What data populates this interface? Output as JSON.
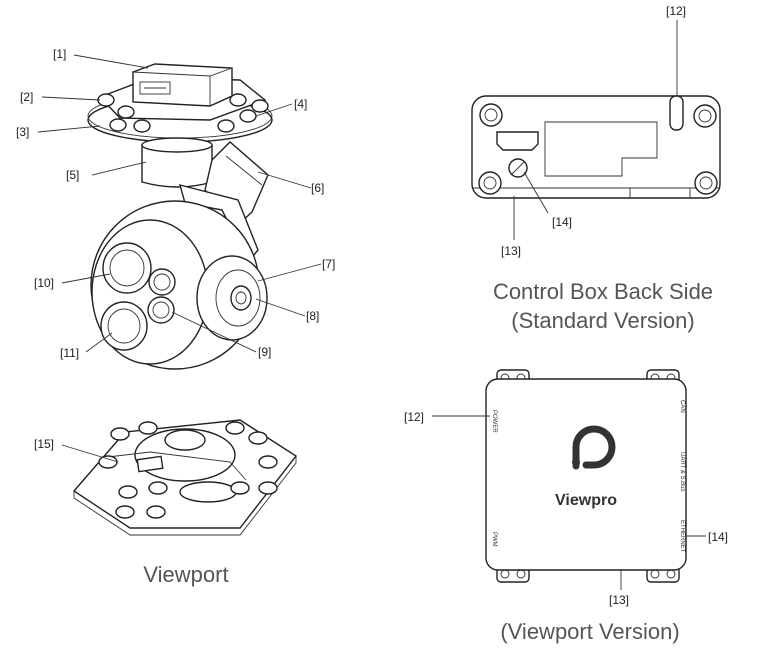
{
  "gimbal_callouts": [
    "[1]",
    "[2]",
    "[3]",
    "[4]",
    "[5]",
    "[6]",
    "[7]",
    "[8]",
    "[9]",
    "[10]",
    "[11]"
  ],
  "mount_callout": "[15]",
  "back_callouts": {
    "led": "[12]",
    "hdmi": "[14]",
    "sd": "[13]"
  },
  "front_callouts": {
    "power": "[12]",
    "ethernet": "[14]",
    "bottom": "[13]"
  },
  "captions": {
    "back_line1": "Control Box Back Side",
    "back_line2": "(Standard Version)",
    "viewport": "Viewport",
    "viewport_version": "(Viewport Version)"
  },
  "ports": {
    "power": "POWER",
    "can": "CAN",
    "uart": "UART & S.Bus",
    "pwm": "PWM",
    "ethernet": "ETHERNET"
  },
  "brand": "Viewpro"
}
